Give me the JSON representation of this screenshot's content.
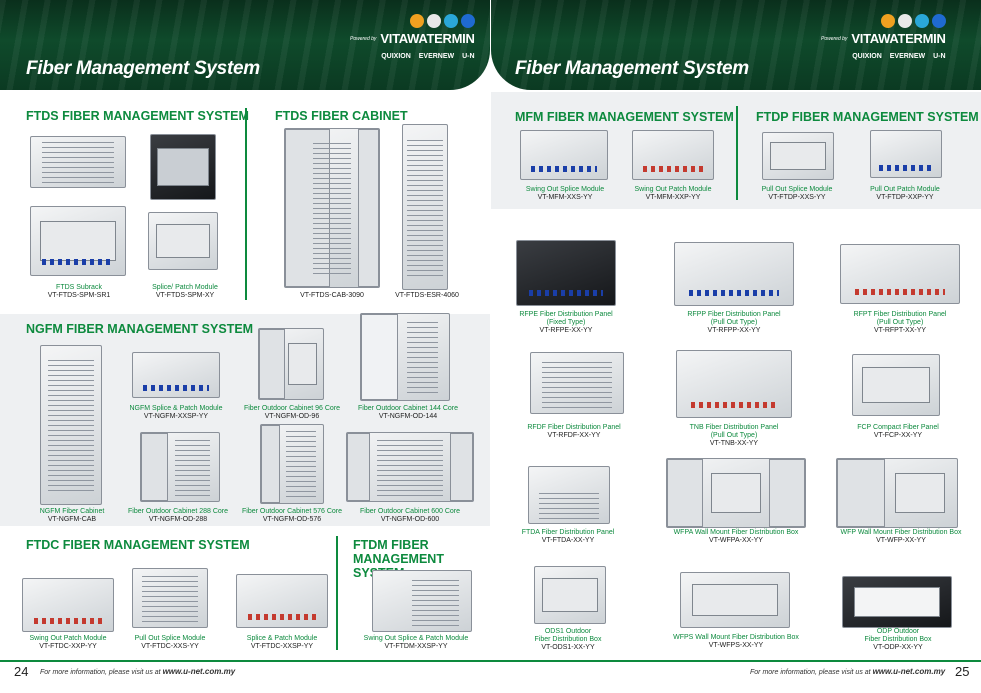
{
  "header": {
    "left_title": "Fiber Management System",
    "right_title": "Fiber Management System",
    "powered_by": "Powered by",
    "brand": "VITAWATERMIN",
    "sub_brands": [
      "QUIXION",
      "EVERNEW",
      "U-N"
    ],
    "dot_colors": [
      "#f0a020",
      "#e8e8e8",
      "#2aa7d8",
      "#1f6ad0"
    ]
  },
  "sections": {
    "ftds_system": "FTDS FIBER MANAGEMENT SYSTEM",
    "ftds_cabinet": "FTDS FIBER CABINET",
    "ngfm": "NGFM FIBER MANAGEMENT SYSTEM",
    "ftdc": "FTDC FIBER MANAGEMENT SYSTEM",
    "ftdm": "FTDM FIBER MANAGEMENT SYSTEM",
    "mfm": "MFM FIBER MANAGEMENT SYSTEM",
    "ftdp": "FTDP FIBER MANAGEMENT SYSTEM"
  },
  "products": {
    "ftds_subrack": {
      "name": "FTDS Subrack",
      "code": "VT-FTDS-SPM-SR1"
    },
    "ftds_module": {
      "name": "Splice/ Patch Module",
      "code": "VT-FTDS-SPM-XY"
    },
    "ftds_cab": {
      "code": "VT-FTDS-CAB-3090"
    },
    "ftds_esr": {
      "code": "VT-FTDS-ESR-4060"
    },
    "ngfm_module": {
      "name": "NGFM Splice & Patch Module",
      "code": "VT-NGFM-XXSP-YY"
    },
    "ngfm_od96": {
      "name": "Fiber Outdoor Cabinet 96 Core",
      "code": "VT-NGFM-OD-96"
    },
    "ngfm_od144": {
      "name": "Fiber Outdoor Cabinet 144 Core",
      "code": "VT-NGFM-OD-144"
    },
    "ngfm_cab": {
      "name": "NGFM Fiber Cabinet",
      "code": "VT-NGFM-CAB"
    },
    "ngfm_od288": {
      "name": "Fiber Outdoor Cabinet 288 Core",
      "code": "VT-NGFM-OD-288"
    },
    "ngfm_od576": {
      "name": "Fiber Outdoor Cabinet 576 Core",
      "code": "VT-NGFM-OD-576"
    },
    "ngfm_od600": {
      "name": "Fiber Outdoor Cabinet 600 Core",
      "code": "VT-NGFM-OD-600"
    },
    "ftdc_xp": {
      "name": "Swing Out Patch Module",
      "code": "VT-FTDC-XXP-YY"
    },
    "ftdc_xs": {
      "name": "Pull Out Splice Module",
      "code": "VT-FTDC-XXS-YY"
    },
    "ftdc_xsp": {
      "name": "Splice & Patch Module",
      "code": "VT-FTDC-XXSP-YY"
    },
    "ftdm_xsp": {
      "name": "Swing Out Splice & Patch Module",
      "code": "VT-FTDM-XXSP-YY"
    },
    "mfm_xs": {
      "name": "Swing Out Splice Module",
      "code": "VT-MFM-XXS-YY"
    },
    "mfm_xp": {
      "name": "Swing Out Patch Module",
      "code": "VT-MFM-XXP-YY"
    },
    "ftdp_xs": {
      "name": "Pull Out Splice Module",
      "code": "VT-FTDP-XXS-YY"
    },
    "ftdp_xp": {
      "name": "Pull Out Patch Module",
      "code": "VT-FTDP-XXP-YY"
    },
    "rfpe": {
      "name": "RFPE Fiber Distribution Panel",
      "sub": "(Fixed Type)",
      "code": "VT-RFPE-XX-YY"
    },
    "rfpp": {
      "name": "RFPP Fiber Distribution Panel",
      "sub": "(Pull Out Type)",
      "code": "VT-RFPP-XX-YY"
    },
    "rfpt": {
      "name": "RFPT Fiber Distribution Panel",
      "sub": "(Pull Out Type)",
      "code": "VT-RFPT-XX-YY"
    },
    "rfdf": {
      "name": "RFDF Fiber Distribution Panel",
      "code": "VT-RFDF-XX-YY"
    },
    "tnb": {
      "name": "TNB Fiber Distribution Panel",
      "sub": "(Pull Out Type)",
      "code": "VT-TNB-XX-YY"
    },
    "fcp": {
      "name": "FCP Compact Fiber Panel",
      "code": "VT-FCP-XX-YY"
    },
    "ftda": {
      "name": "FTDA Fiber Distribution Panel",
      "code": "VT-FTDA-XX-YY"
    },
    "wfpa": {
      "name": "WFPA Wall Mount Fiber Distribution Box",
      "code": "VT-WFPA-XX-YY"
    },
    "wfp": {
      "name": "WFP Wall Mount Fiber Distribution Box",
      "code": "VT-WFP-XX-YY"
    },
    "ods1": {
      "name": "ODS1 Outdoor",
      "sub": "Fiber Distribution Box",
      "code": "VT-ODS1-XX-YY"
    },
    "wfps": {
      "name": "WFPS Wall Mount Fiber Distribution Box",
      "code": "VT-WFPS-XX-YY"
    },
    "odp": {
      "name": "ODP Outdoor",
      "sub": "Fiber Distribution Box",
      "code": "VT-ODP-XX-YY"
    }
  },
  "footer": {
    "left_page": "24",
    "right_page": "25",
    "info_text": "For more information, please visit us at",
    "url": "www.u-net.com.my"
  }
}
